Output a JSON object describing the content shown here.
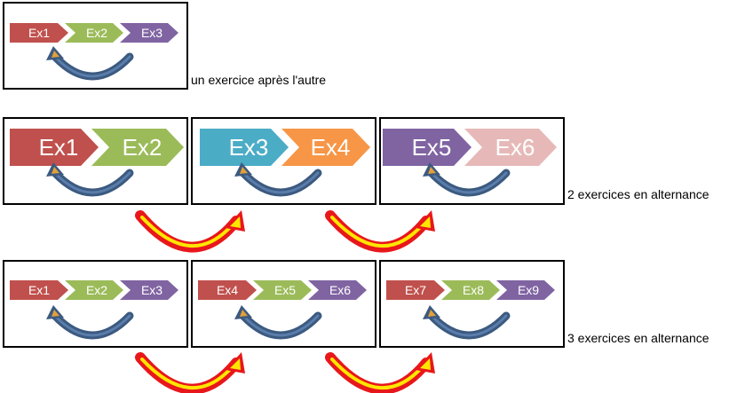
{
  "colors": {
    "red": "#c0504d",
    "green": "#9bbb59",
    "purple": "#8064a2",
    "teal": "#4bacc6",
    "orange": "#f79646",
    "pink": "#e6b9b8",
    "loop_arrow": "#3c5a80",
    "transfer_arrow_outer": "#e8171b",
    "transfer_arrow_inner": "#ffe600"
  },
  "section1": {
    "items": [
      "Ex1",
      "Ex2",
      "Ex3"
    ],
    "caption": "un exercice après l'autre"
  },
  "section2": {
    "groups": [
      [
        "Ex1",
        "Ex2"
      ],
      [
        "Ex3",
        "Ex4"
      ],
      [
        "Ex5",
        "Ex6"
      ]
    ],
    "caption": "2 exercices en alternance"
  },
  "section3": {
    "groups": [
      [
        "Ex1",
        "Ex2",
        "Ex3"
      ],
      [
        "Ex4",
        "Ex5",
        "Ex6"
      ],
      [
        "Ex7",
        "Ex8",
        "Ex9"
      ]
    ],
    "caption": "3 exercices en alternance"
  }
}
